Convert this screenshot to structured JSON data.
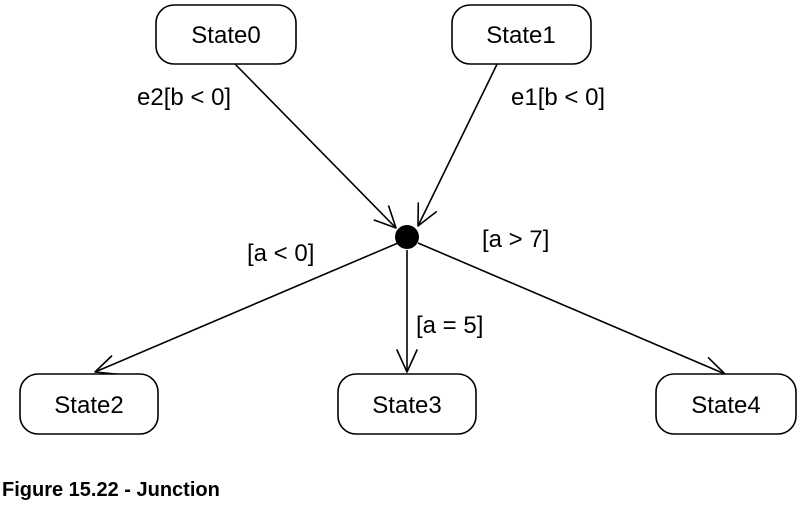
{
  "states": {
    "state0": "State0",
    "state1": "State1",
    "state2": "State2",
    "state3": "State3",
    "state4": "State4"
  },
  "transitions": {
    "state0_to_junction": "e2[b < 0]",
    "state1_to_junction": "e1[b < 0]",
    "junction_to_state2": "[a < 0]",
    "junction_to_state3": "[a = 5]",
    "junction_to_state4": "[a > 7]"
  },
  "caption": "Figure 15.22 - Junction"
}
